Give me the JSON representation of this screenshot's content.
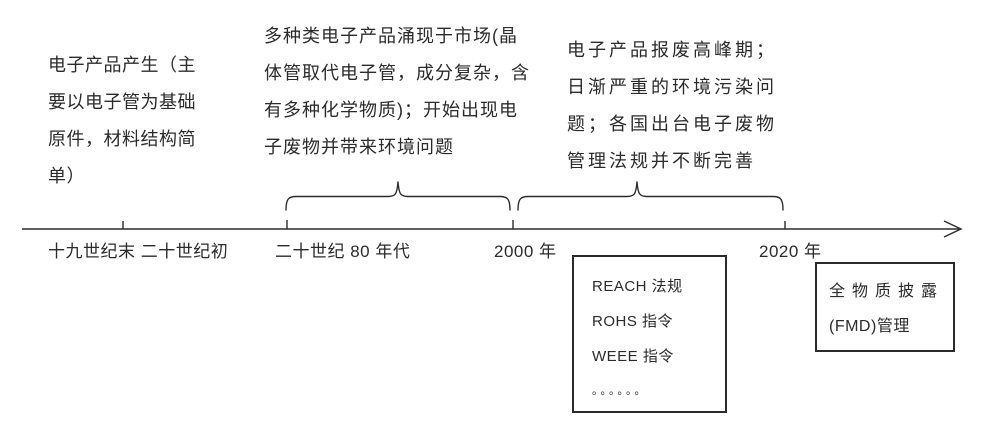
{
  "colors": {
    "ink": "#2b2b2b",
    "background": "#ffffff"
  },
  "annotations": {
    "block1": {
      "lines": [
        "电子产品产生（主",
        "要以电子管为基础",
        "原件，材料结构简",
        "单）"
      ]
    },
    "block2": {
      "lines": [
        "多种类电子产品涌现于市场(晶",
        "体管取代电子管，成分复杂，含",
        "有多种化学物质)；开始出现电",
        "子废物并带来环境问题"
      ]
    },
    "block3": {
      "lines": [
        "电子产品报废高峰期；",
        "日渐严重的环境污染问",
        "题；各国出台电子废物",
        "管理法规并不断完善"
      ]
    }
  },
  "axis_labels": [
    "十九世纪末 二十世纪初",
    "二十世纪 80 年代",
    "2000 年",
    "2020 年"
  ],
  "regulations_box": {
    "items": [
      "REACH 法规",
      "ROHS 指令",
      "WEEE 指令",
      "。。。。。。"
    ]
  },
  "fmd_box": {
    "lines": [
      "全物质披露",
      "(FMD)管理"
    ]
  }
}
